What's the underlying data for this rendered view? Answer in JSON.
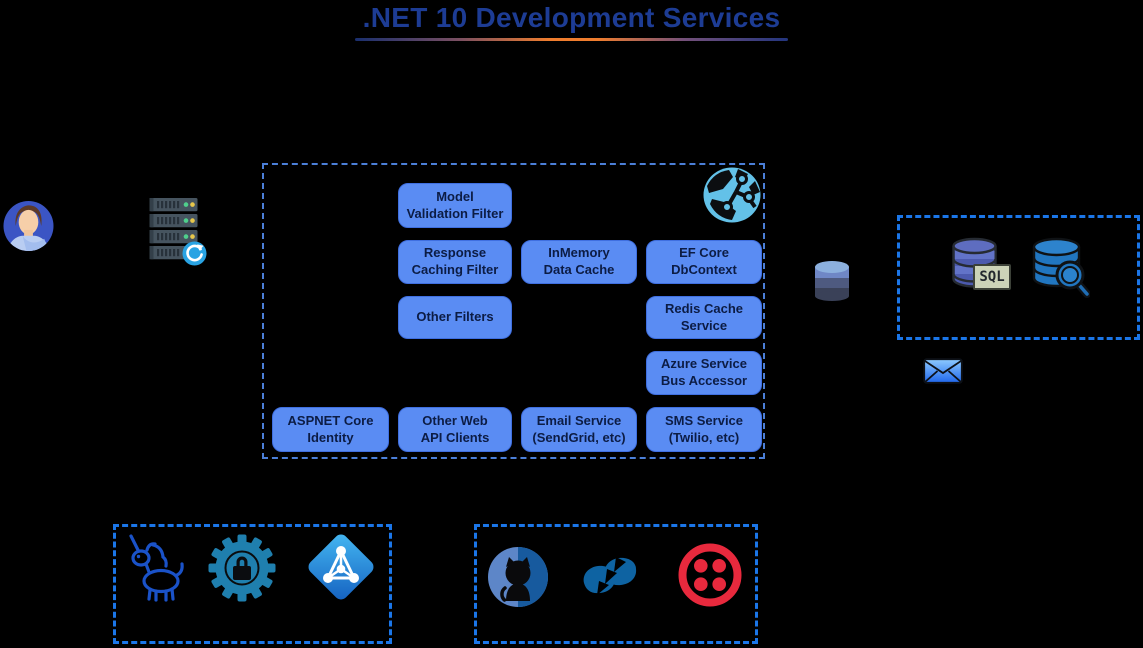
{
  "title": {
    "text": ".NET 10 Development Services"
  },
  "services": [
    {
      "label": "Model\nValidation Filter"
    },
    {
      "label": "Response\nCaching Filter"
    },
    {
      "label": "InMemory\nData Cache"
    },
    {
      "label": "EF Core\nDbContext"
    },
    {
      "label": "Other  Filters"
    },
    {
      "label": "Redis Cache\nService"
    },
    {
      "label": "Azure Service\nBus Accessor"
    },
    {
      "label": "ASPNET Core\nIdentity"
    },
    {
      "label": "Other Web\nAPI Clients"
    },
    {
      "label": "Email Service\n(SendGrid, etc)"
    },
    {
      "label": "SMS Service\n(Twilio, etc)"
    }
  ],
  "badges": {
    "sql": "SQL"
  },
  "colors": {
    "background": "#000000",
    "title_text": "#1d3c94",
    "title_underline_mid": "#ef7d2e",
    "title_underline_ends": "#1a2f6e",
    "service_box_fill": "#5a8cf3",
    "service_box_border": "#3f6fe0",
    "service_box_text": "#0c1c44",
    "group_dash_inner": "#4b7fd8",
    "group_dash_bright": "#1b76e8",
    "avatar_circle": "#3b55c4",
    "server_body": "#46545f",
    "refresh_cyan": "#29a3e3",
    "globe_cyan": "#63c1e8",
    "db_cylinder_top": "#8cb0de",
    "sql_db_indigo": "#4c5aae",
    "search_db_blue": "#2176c0",
    "mail_blue": "#2067ec",
    "unicorn_blue": "#1a52c8",
    "gear_teal": "#1f7fae",
    "azure_ad_blue": "#1565c8",
    "github_blue": "#5d86c8",
    "twilio_red": "#e8293d"
  },
  "icons": [
    "user-avatar-icon",
    "server-rack-icon",
    "refresh-icon",
    "globe-network-icon",
    "database-cylinder-icon",
    "sql-database-icon",
    "database-search-icon",
    "mail-envelope-icon",
    "unicorn-icon",
    "gear-lock-icon",
    "azure-ad-icon",
    "github-icon",
    "masstransit-ribbon-icon",
    "twilio-icon"
  ]
}
